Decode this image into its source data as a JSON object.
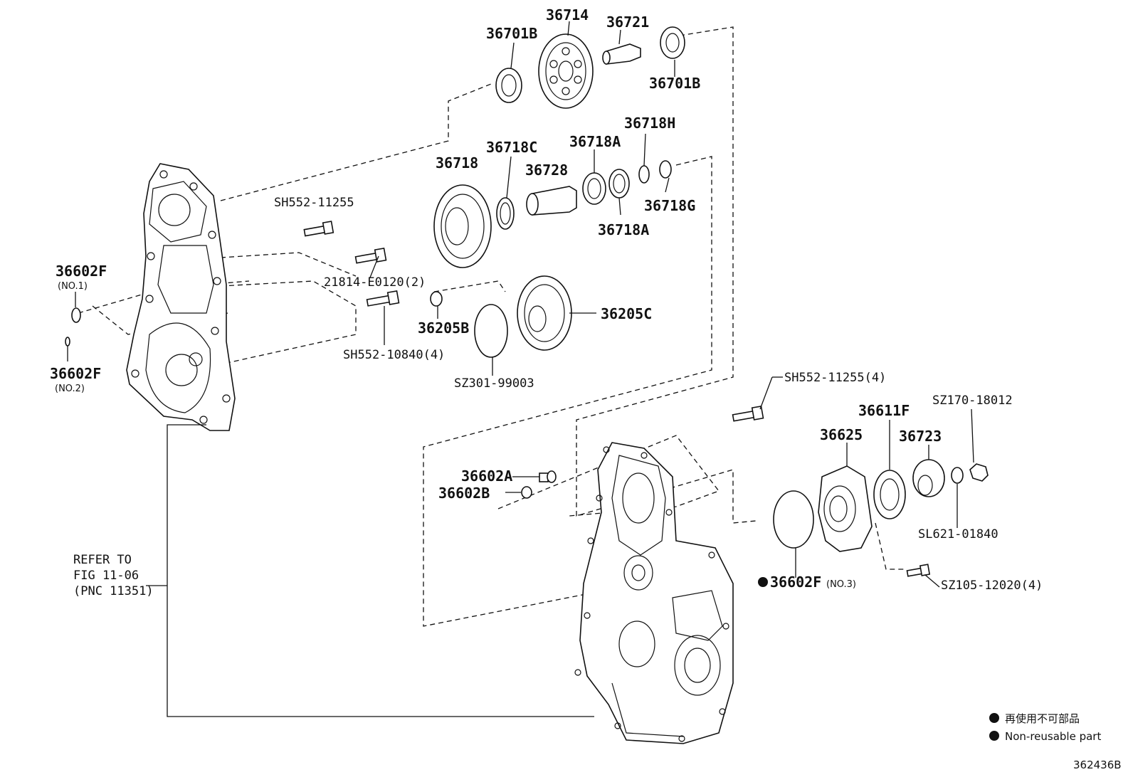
{
  "labels": {
    "p36701B_top": "36701B",
    "p36714": "36714",
    "p36721": "36721",
    "p36701B_right": "36701B",
    "p36718H": "36718H",
    "p36718C": "36718C",
    "p36718A_top": "36718A",
    "p36718": "36718",
    "p36728": "36728",
    "p36718G": "36718G",
    "p36718A_bottom": "36718A",
    "pSH552_11255": "SH552-11255",
    "p36602F_1": "36602F",
    "p36602F_1_sub": "(NO.1)",
    "p21814": "21814-E0120(2)",
    "p36205B": "36205B",
    "p36205C": "36205C",
    "pSH552_10840": "SH552-10840(4)",
    "p36602F_2": "36602F",
    "p36602F_2_sub": "(NO.2)",
    "pSZ301": "SZ301-99003",
    "pSH552_11255_4": "SH552-11255(4)",
    "p36611F": "36611F",
    "pSZ170": "SZ170-18012",
    "p36625": "36625",
    "p36723": "36723",
    "p36602A": "36602A",
    "p36602B": "36602B",
    "pSL621": "SL621-01840",
    "p36602F_3": "36602F",
    "p36602F_3_sub": "(NO.3)",
    "pSZ105": "SZ105-12020(4)",
    "refer_1": "REFER TO",
    "refer_2": "FIG 11-06",
    "refer_3": "(PNC 11351)"
  },
  "legend": {
    "jp": "再使用不可部品",
    "en": "Non-reusable part"
  },
  "figure_id": "362436B"
}
